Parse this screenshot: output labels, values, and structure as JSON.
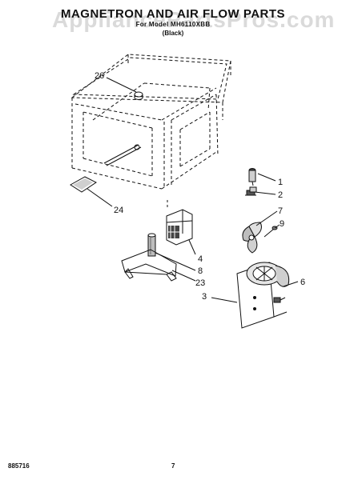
{
  "header": {
    "title": "MAGNETRON AND AIR FLOW PARTS",
    "subtitle": "For Model MH6110XBB",
    "color_note": "(Black)"
  },
  "watermark": "AppliancePartsPros.com",
  "callouts": {
    "c26": "26",
    "c24": "24",
    "c1": "1",
    "c2": "2",
    "c7": "7",
    "c9": "9",
    "c4": "4",
    "c8": "8",
    "c23": "23",
    "c6": "6",
    "c3": "3"
  },
  "footer": {
    "part_no": "885716",
    "page": "7"
  }
}
